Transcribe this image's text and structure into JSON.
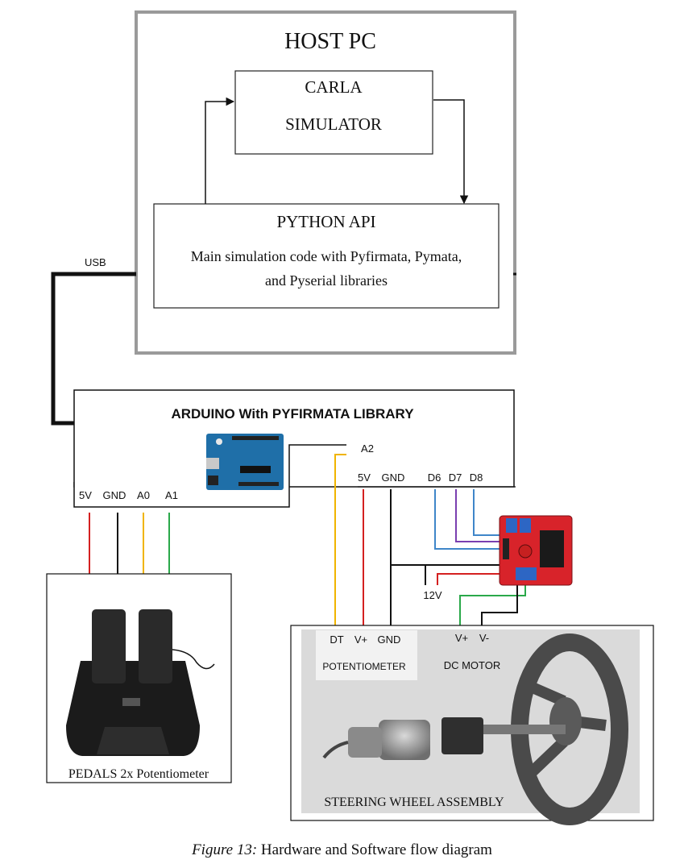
{
  "host_pc": {
    "title": "HOST PC",
    "carla": {
      "line1": "CARLA",
      "line2": "SIMULATOR"
    },
    "python_api": {
      "title": "PYTHON API",
      "line1": "Main simulation code with Pyfirmata, Pymata,",
      "line2": "and Pyserial libraries"
    }
  },
  "usb_label": "USB",
  "arduino": {
    "title": "ARDUINO With PYFIRMATA LIBRARY",
    "pins_left": [
      "5V",
      "GND",
      "A0",
      "A1"
    ],
    "pin_a2": "A2",
    "pins_right": [
      "5V",
      "GND",
      "D6",
      "D7",
      "D8"
    ]
  },
  "voltage_12v": "12V",
  "pedals": {
    "label": "PEDALS 2x Potentiometer"
  },
  "steering": {
    "pot_pins": [
      "DT",
      "V+",
      "GND"
    ],
    "motor_pins": [
      "V+",
      "V-"
    ],
    "potentiometer_label": "POTENTIOMETER",
    "motor_label": "DC MOTOR",
    "assembly_label": "STEERING WHEEL ASSEMBLY"
  },
  "caption": {
    "figure": "Figure 13:",
    "text": " Hardware and Software flow diagram"
  },
  "colors": {
    "wire_red": "#d42020",
    "wire_yellow": "#f0b400",
    "wire_green": "#2aa84a",
    "wire_blue": "#3f86c9",
    "wire_purple": "#7a3fb0",
    "wire_black": "#111111",
    "host_border": "#9a9a9a",
    "driver_board": "#d8232a",
    "arduino_board": "#1f6fa8"
  }
}
